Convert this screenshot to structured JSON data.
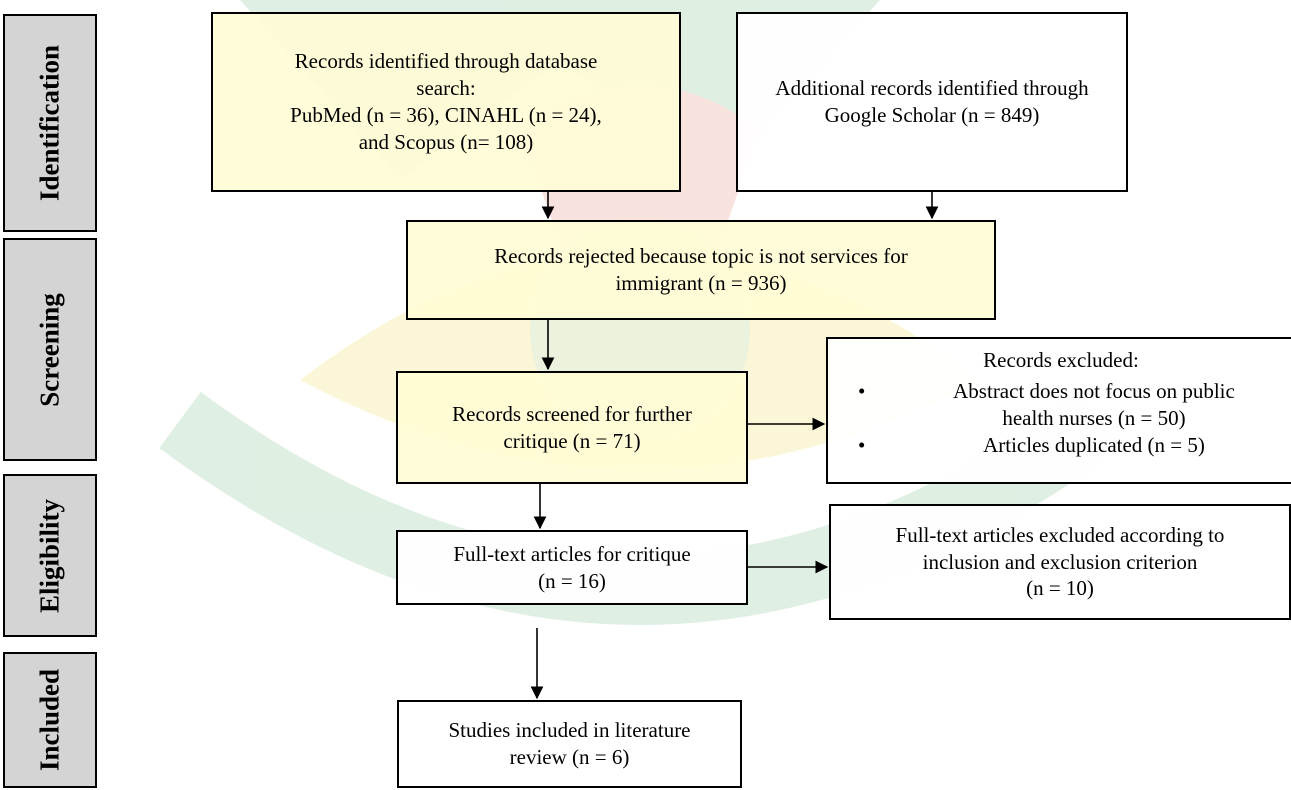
{
  "stages": [
    {
      "id": "identification",
      "label": "Identification"
    },
    {
      "id": "screening",
      "label": "Screening"
    },
    {
      "id": "eligibility",
      "label": "Eligibility"
    },
    {
      "id": "included",
      "label": "Included"
    }
  ],
  "boxes": {
    "database_search": {
      "lines": [
        "Records identified through database",
        "search:",
        "PubMed (n = 36), CINAHL (n = 24),",
        "and Scopus (n= 108)"
      ]
    },
    "google_scholar": {
      "lines": [
        "Additional records identified through",
        "Google Scholar (n = 849)"
      ]
    },
    "rejected": {
      "lines": [
        "Records rejected because topic is not services for",
        "immigrant (n = 936)"
      ]
    },
    "screened": {
      "lines": [
        "Records screened for further",
        "critique (n = 71)"
      ]
    },
    "excluded": {
      "title": "Records excluded:",
      "items": [
        {
          "bullet": "•",
          "lines": [
            "Abstract does not focus on public",
            "health nurses (n = 50)"
          ]
        },
        {
          "bullet": "•",
          "lines": [
            "Articles duplicated (n = 5)"
          ]
        }
      ]
    },
    "full_text": {
      "lines": [
        "Full-text articles for critique",
        "(n = 16)"
      ]
    },
    "full_text_excluded": {
      "lines": [
        "Full-text articles excluded according to",
        "inclusion and exclusion criterion",
        "(n = 10)"
      ]
    },
    "included": {
      "lines": [
        "Studies included in literature",
        "review (n = 6)"
      ]
    }
  },
  "colors": {
    "stage_fill": "#d4d4d4",
    "box_yellow": "#fffcd6",
    "watermark_green": "#8fc79a",
    "watermark_yellow": "#f5e27a",
    "watermark_red": "#e59a8a"
  }
}
